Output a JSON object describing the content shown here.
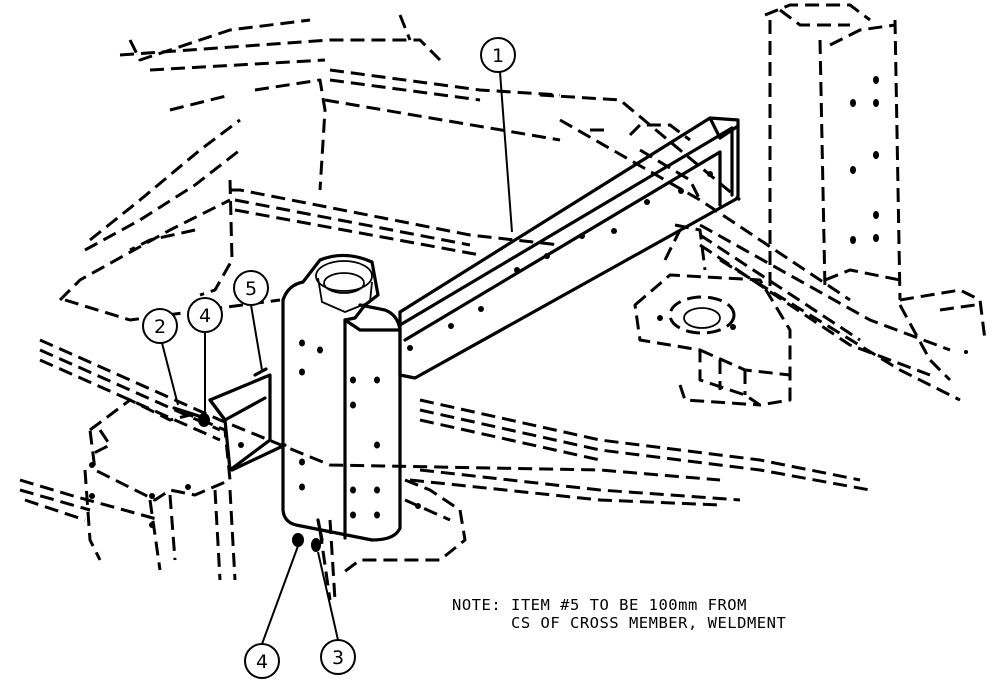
{
  "callouts": [
    {
      "id": "callout-1",
      "label": "1"
    },
    {
      "id": "callout-2",
      "label": "2"
    },
    {
      "id": "callout-3",
      "label": "3"
    },
    {
      "id": "callout-4a",
      "label": "4"
    },
    {
      "id": "callout-4b",
      "label": "4"
    },
    {
      "id": "callout-5",
      "label": "5"
    }
  ],
  "note": {
    "line1": "NOTE: ITEM #5 TO BE 100mm FROM",
    "line2": "      CS OF CROSS MEMBER, WELDMENT"
  },
  "colors": {
    "ink": "#000000",
    "paper": "#ffffff"
  }
}
